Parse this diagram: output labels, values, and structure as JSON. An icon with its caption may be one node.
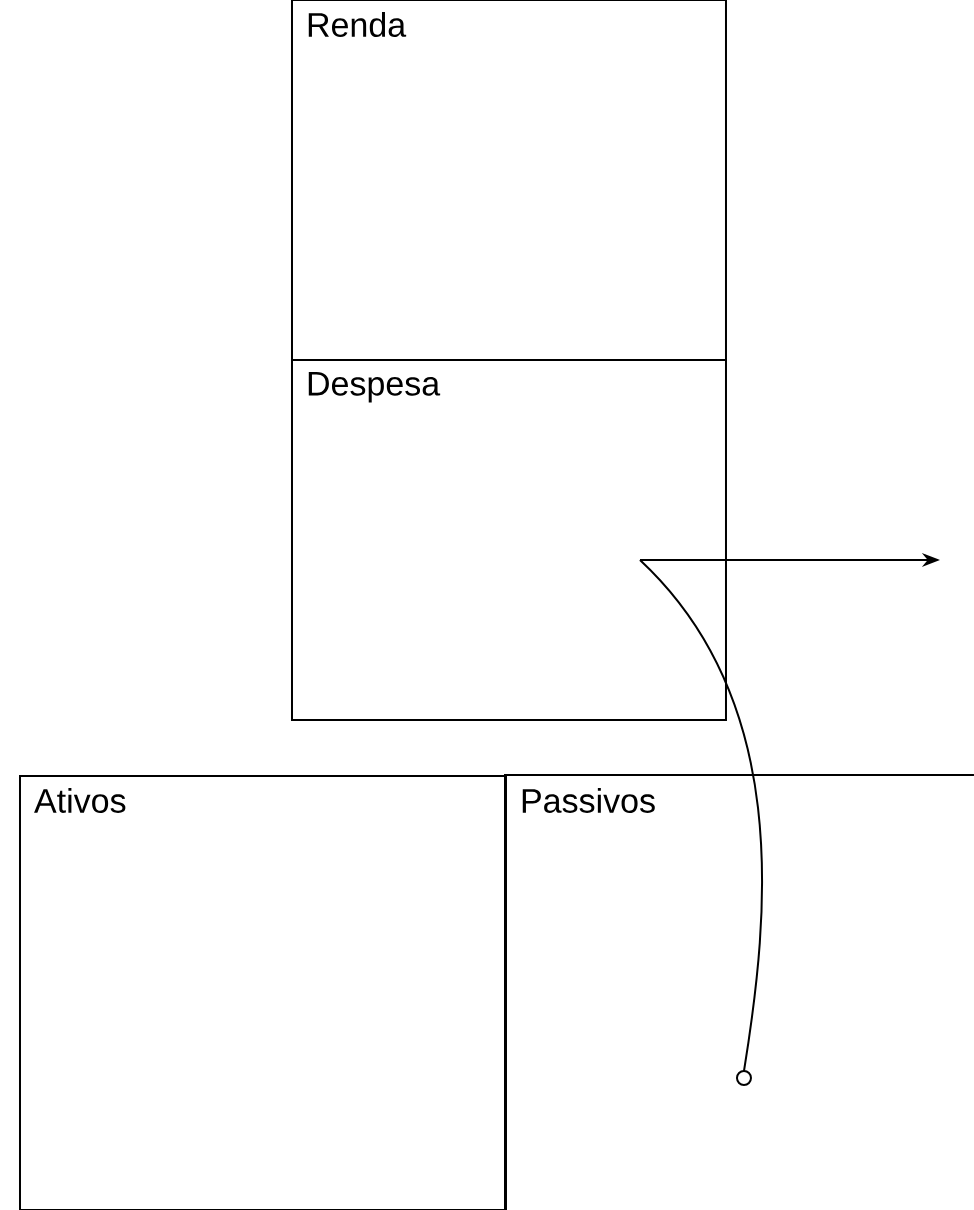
{
  "diagram": {
    "nodes": [
      {
        "text": [
          "Renda"
        ]
      },
      {
        "text": [
          "Despesa"
        ]
      },
      {
        "text": [
          "Ativos"
        ]
      },
      {
        "text": [
          "Passivos"
        ]
      }
    ],
    "edges": [
      {
        "from": 1,
        "to": null,
        "arrow": "to"
      },
      {
        "from": 1,
        "to": 3,
        "arrow": "other"
      }
    ]
  }
}
